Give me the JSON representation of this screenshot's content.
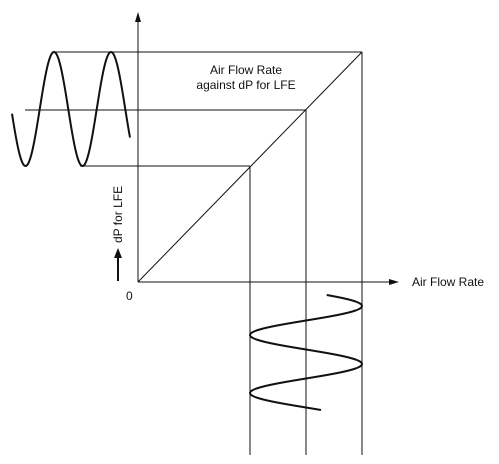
{
  "diagram": {
    "title_line1": "Air Flow Rate",
    "title_line2": "against dP for LFE",
    "x_axis_label": "Air Flow Rate",
    "y_axis_label": "dP for LFE",
    "origin_label": "0"
  },
  "colors": {
    "line": "#111111",
    "background": "#ffffff"
  }
}
